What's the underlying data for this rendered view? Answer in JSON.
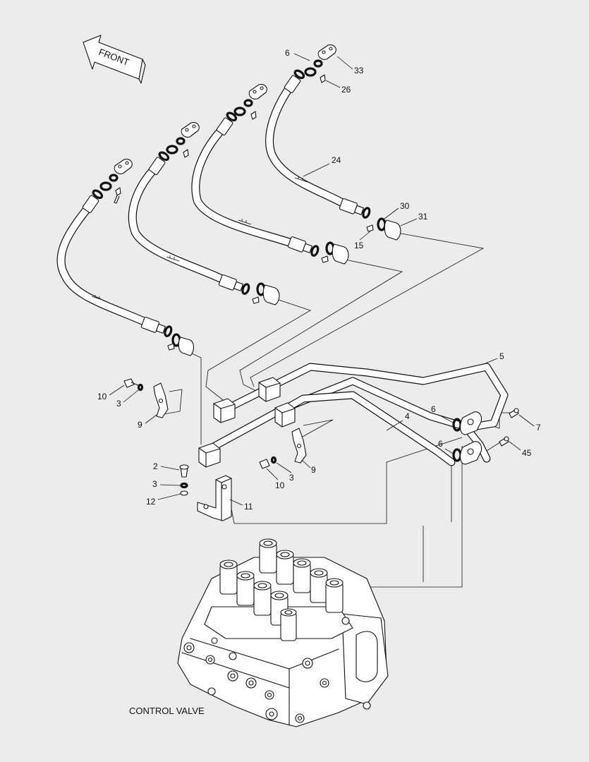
{
  "front_arrow_text": "FRONT",
  "caption": "CONTROL VALVE",
  "callouts": {
    "c6a": "6",
    "c33": "33",
    "c26": "26",
    "c24": "24",
    "c30": "30",
    "c31": "31",
    "c15": "15",
    "c5": "5",
    "c7": "7",
    "c6b": "6",
    "c4": "4",
    "c6c": "6",
    "c45": "45",
    "c10a": "10",
    "c3a": "3",
    "c9a": "9",
    "c2": "2",
    "c3b": "3",
    "c12": "12",
    "c11": "11",
    "c10b": "10",
    "c3c": "3",
    "c9b": "9"
  },
  "colors": {
    "background": "#ececec",
    "line": "#111111",
    "fill": "#ffffff"
  }
}
